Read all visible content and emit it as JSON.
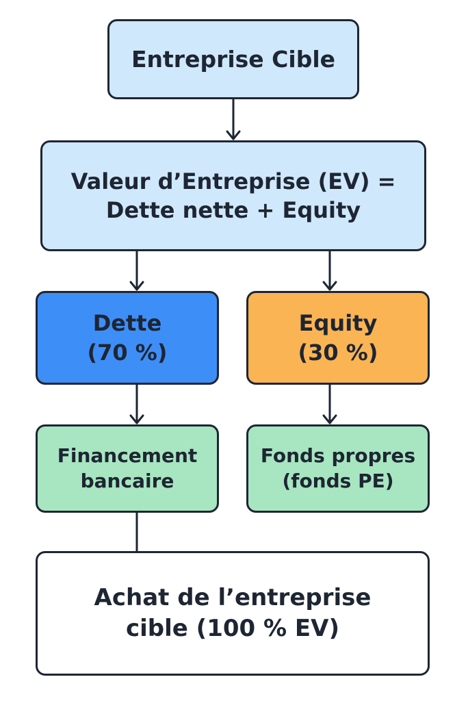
{
  "diagram": {
    "nodes": {
      "target_company": {
        "lines": [
          "Entreprise Cible"
        ]
      },
      "enterprise_value": {
        "lines": [
          "Valeur d’Entreprise (EV) =",
          "Dette nette + Equity"
        ]
      },
      "debt": {
        "lines": [
          "Dette",
          "(70 %)"
        ]
      },
      "equity": {
        "lines": [
          "Equity",
          "(30 %)"
        ]
      },
      "bank_financing": {
        "lines": [
          "Financement",
          "bancaire"
        ]
      },
      "own_funds": {
        "lines": [
          "Fonds propres",
          "(fonds PE)"
        ]
      },
      "acquisition": {
        "lines": [
          "Achat de l’entreprise",
          "cible (100 % EV)"
        ]
      }
    },
    "edges": [
      {
        "from": "target_company",
        "to": "enterprise_value",
        "arrow": true
      },
      {
        "from": "enterprise_value",
        "to": "debt",
        "arrow": true
      },
      {
        "from": "enterprise_value",
        "to": "equity",
        "arrow": true
      },
      {
        "from": "debt",
        "to": "bank_financing",
        "arrow": true
      },
      {
        "from": "equity",
        "to": "own_funds",
        "arrow": true
      },
      {
        "from": "bank_financing",
        "to": "acquisition",
        "arrow": false
      }
    ],
    "colors": {
      "border": "#1e2533",
      "text": "#1e2533",
      "light_blue": "#cfe8fb",
      "blue": "#3e8ef7",
      "orange": "#fbb453",
      "green": "#a7e6c0",
      "white": "#ffffff"
    }
  }
}
